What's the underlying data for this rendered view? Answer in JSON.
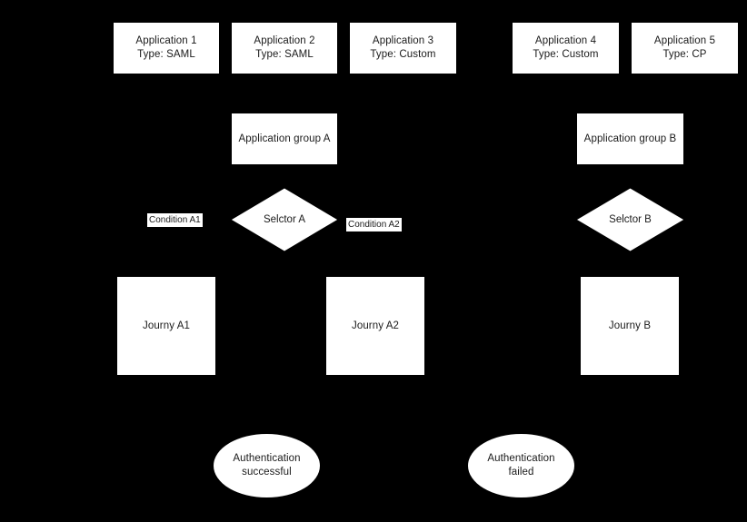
{
  "diagram": {
    "background_color": "#000000",
    "shape_fill": "#ffffff",
    "text_color": "#1a1a1a",
    "applications": [
      {
        "name": "Application 1",
        "type": "Type: SAML",
        "label": "Application 1\nType: SAML"
      },
      {
        "name": "Application 2",
        "type": "Type: SAML",
        "label": "Application 2\nType: SAML"
      },
      {
        "name": "Application 3",
        "type": "Type: Custom",
        "label": "Application 3\nType: Custom"
      },
      {
        "name": "Application 4",
        "type": "Type: Custom",
        "label": "Application 4\nType: Custom"
      },
      {
        "name": "Application 5",
        "type": "Type: CP",
        "label": "Application 5\nType: CP"
      }
    ],
    "groups": [
      {
        "label": "Application group A"
      },
      {
        "label": "Application group B"
      }
    ],
    "selectors": [
      {
        "label": "Selctor A"
      },
      {
        "label": "Selctor B"
      }
    ],
    "conditions": [
      {
        "label": "Condition A1"
      },
      {
        "label": "Condition A2"
      }
    ],
    "journeys": [
      {
        "label": "Journy A1"
      },
      {
        "label": "Journy A2"
      },
      {
        "label": "Journy B"
      }
    ],
    "outcomes": [
      {
        "label": "Authentication\nsuccessful"
      },
      {
        "label": "Authentication\nfailed"
      }
    ]
  }
}
